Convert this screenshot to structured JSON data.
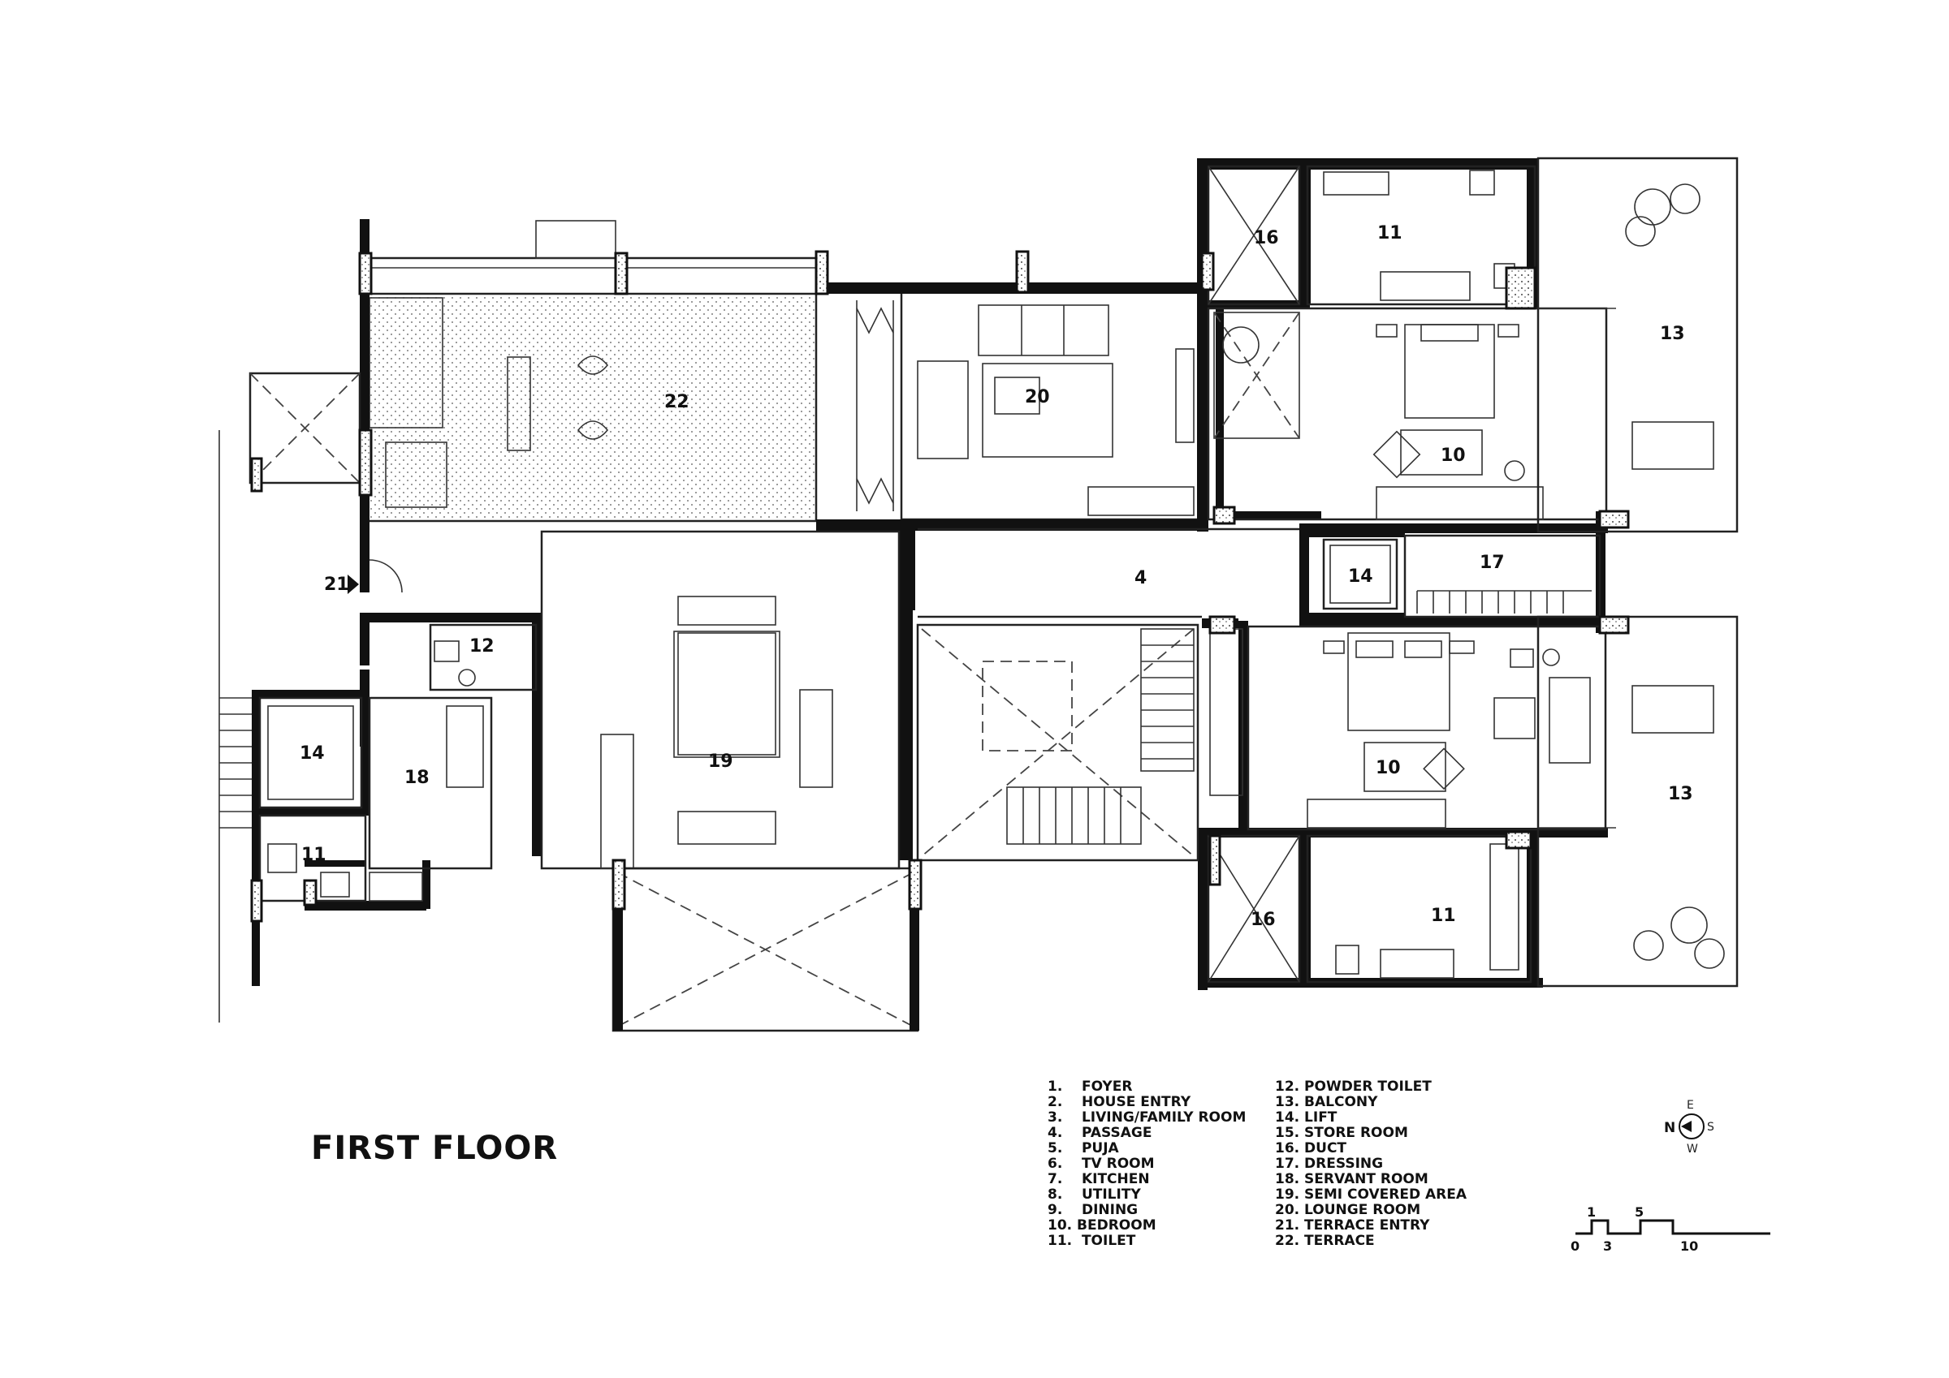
{
  "drawing_title": "FIRST FLOOR",
  "room_labels": {
    "r22": "22",
    "r20": "20",
    "r16a": "16",
    "r11a": "11",
    "r13a": "13",
    "r10a": "10",
    "r4": "4",
    "r14a": "14",
    "r17": "17",
    "r21": "21",
    "r12": "12",
    "r14b": "14",
    "r18": "18",
    "r19": "19",
    "r11b": "11",
    "r10b": "10",
    "r13b": "13",
    "r16b": "16",
    "r11c": "11"
  },
  "legend_left": [
    "1.    FOYER",
    "2.    HOUSE ENTRY",
    "3.    LIVING/FAMILY ROOM",
    "4.    PASSAGE",
    "5.    PUJA",
    "6.    TV ROOM",
    "7.    KITCHEN",
    "8.    UTILITY",
    "9.    DINING",
    "10. BEDROOM",
    "11.  TOILET"
  ],
  "legend_right": [
    "12. POWDER TOILET",
    "13. BALCONY",
    "14. LIFT",
    "15. STORE ROOM",
    "16. DUCT",
    "17. DRESSING",
    "18. SERVANT ROOM",
    "19. SEMI COVERED AREA",
    "20. LOUNGE ROOM",
    "21. TERRACE ENTRY",
    "22. TERRACE"
  ],
  "compass": {
    "n": "N",
    "e": "E",
    "s": "S",
    "w": "W"
  },
  "scale_bar": {
    "top_labels": [
      "1",
      "5"
    ],
    "bottom_labels": [
      "0",
      "3",
      "10"
    ]
  }
}
